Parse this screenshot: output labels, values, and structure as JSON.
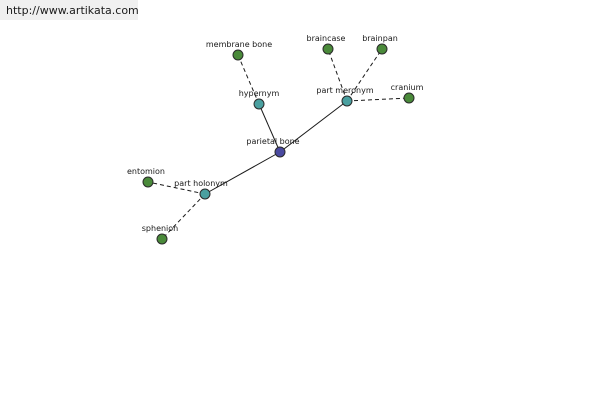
{
  "header": {
    "url": "http://www.artikata.com"
  },
  "colors": {
    "center": "#4a4aa0",
    "hub": "#4aa0a0",
    "leaf": "#4a8a3a",
    "node_stroke": "#2a2a2a"
  },
  "nodes": {
    "center": "parietal bone",
    "hypernym": "hypernym",
    "part_meronym": "part meronym",
    "part_holonym": "part holonym",
    "membrane_bone": "membrane bone",
    "braincase": "braincase",
    "brainpan": "brainpan",
    "cranium": "cranium",
    "entomion": "entomion",
    "sphenion": "sphenion"
  }
}
